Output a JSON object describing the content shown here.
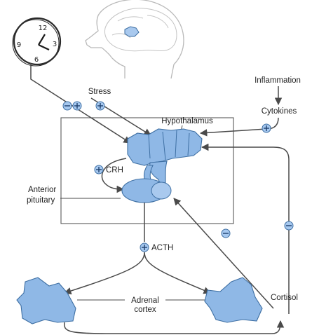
{
  "labels": {
    "stress": "Stress",
    "hypothalamus": "Hypothalamus",
    "inflammation": "Inflammation",
    "cytokines": "Cytokines",
    "crh": "CRH",
    "anterior_pituitary_line1": "Anterior",
    "anterior_pituitary_line2": "pituitary",
    "acth": "ACTH",
    "cortisol": "Cortisol",
    "adrenal_cortex_line1": "Adrenal",
    "adrenal_cortex_line2": "cortex"
  },
  "clock": {
    "numerals": [
      "12",
      "3",
      "6",
      "9"
    ]
  },
  "regulation_signs": {
    "stress_left": "−",
    "stress_mid": "+",
    "stress_right": "+",
    "cytokines": "+",
    "crh": "+",
    "acth": "+",
    "cortisol_to_pituitary": "−",
    "cortisol_to_hypothalamus": "−"
  },
  "colors": {
    "organ_fill": "#8fb8e6",
    "organ_stroke": "#3e6fa3",
    "arrow": "#4a4a4a",
    "head_outline": "#b9b9b9"
  }
}
